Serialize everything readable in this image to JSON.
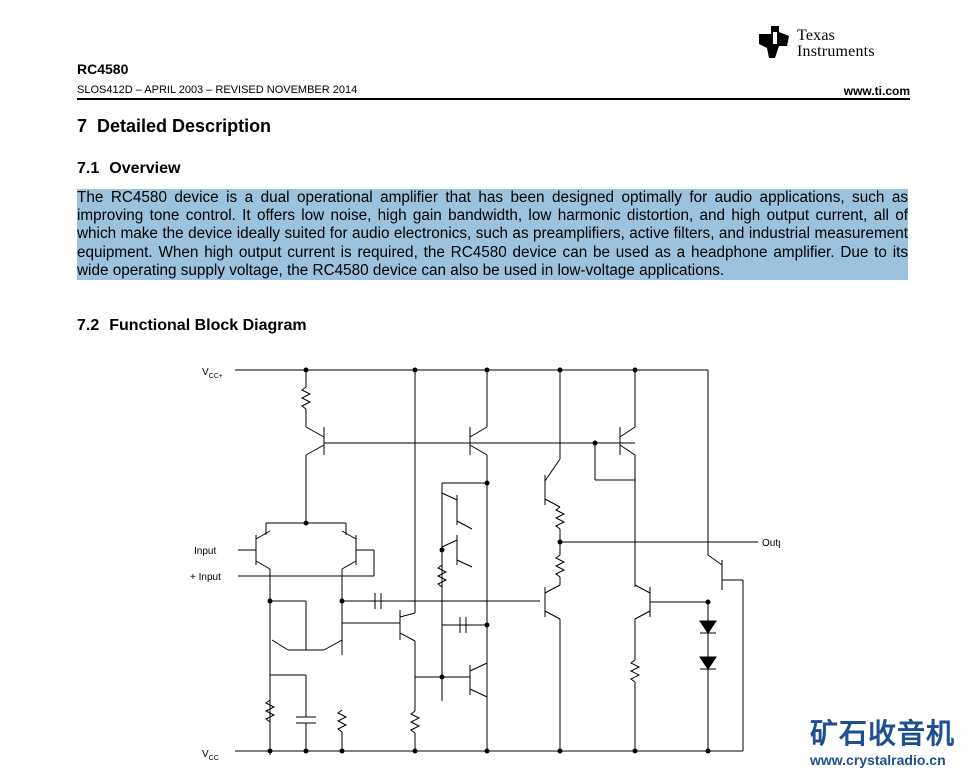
{
  "header": {
    "brand_line1": "Texas",
    "brand_line2": "Instruments",
    "part_number": "RC4580",
    "doc_id": "SLOS412D – APRIL 2003 – REVISED NOVEMBER 2014",
    "website": "www.ti.com"
  },
  "section": {
    "number": "7",
    "title": "Detailed Description",
    "overview": {
      "number": "7.1",
      "title": "Overview",
      "body": "The RC4580 device is a dual operational amplifier that has been designed optimally for audio applications, such as improving tone control. It offers low noise, high gain bandwidth, low harmonic distortion, and high output current, all of which make the device ideally suited for audio electronics, such as preamplifiers, active filters, and industrial measurement equipment. When high output current is required, the RC4580 device can be used as a headphone amplifier. Due to its wide operating supply voltage, the RC4580 device can also be used in low-voltage applications."
    },
    "block_diagram": {
      "number": "7.2",
      "title": "Functional Block Diagram",
      "labels": {
        "vcc_plus_main": "V",
        "vcc_plus_sub": "CC+",
        "input_minus": "Input",
        "input_plus": "+ Input",
        "output": "Output",
        "vcc_minus_main": "V",
        "vcc_minus_sub": "CC"
      }
    }
  },
  "watermark": {
    "chinese": "矿石收音机",
    "url": "www.crystalradio.cn"
  },
  "colors": {
    "highlight": "#9dc2dd",
    "watermark": "#1d4f91"
  }
}
